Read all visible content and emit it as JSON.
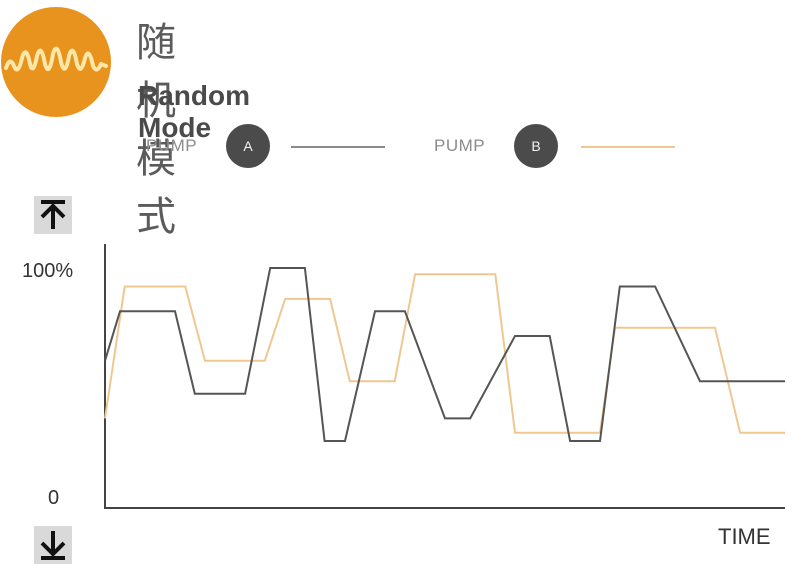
{
  "header": {
    "title_zh": "随机模式",
    "title_en": "Random Mode",
    "logo_icon": "waveform-icon",
    "accent_color": "#e8931e"
  },
  "legend": [
    {
      "label": "PUMP",
      "badge": "A",
      "color": "#8a8a8a"
    },
    {
      "label": "PUMP",
      "badge": "B",
      "color": "#f0c791"
    }
  ],
  "controls": {
    "up_icon": "arrow-up-to-top-icon",
    "down_icon": "arrow-down-to-bottom-icon"
  },
  "chart_data": {
    "type": "line",
    "xlabel": "TIME",
    "ylabel": "",
    "ylim": [
      0,
      100
    ],
    "xlim": [
      0,
      100
    ],
    "y_tick_labels": [
      "100%",
      "0"
    ],
    "grid": false,
    "series": [
      {
        "badge": "A",
        "color": "#555555",
        "x": [
          0,
          2.2,
          10.3,
          13.2,
          20.6,
          24.3,
          29.4,
          32.3,
          35.3,
          39.7,
          44.1,
          50.0,
          53.7,
          60.3,
          65.4,
          68.4,
          72.8,
          75.7,
          80.9,
          87.5,
          93.4,
          100
        ],
        "y": [
          55,
          79,
          79,
          39,
          39,
          100,
          100,
          16,
          16,
          79,
          79,
          27,
          27,
          67,
          67,
          16,
          16,
          91,
          91,
          45,
          45,
          45
        ]
      },
      {
        "badge": "B",
        "color": "#f0c791",
        "x": [
          0,
          2.9,
          11.8,
          14.7,
          23.5,
          26.5,
          33.1,
          36.0,
          42.6,
          45.6,
          57.4,
          60.3,
          72.8,
          75.0,
          88.2,
          89.7,
          93.4,
          100
        ],
        "y": [
          27,
          91,
          91,
          55,
          55,
          85,
          85,
          45,
          45,
          97,
          97,
          20,
          20,
          71,
          71,
          71,
          20,
          20
        ]
      }
    ]
  }
}
